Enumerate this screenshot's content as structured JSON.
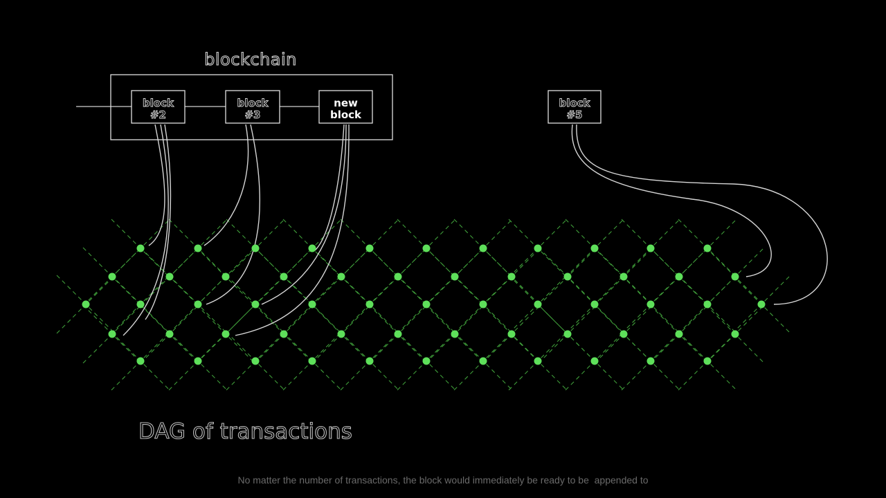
{
  "colors": {
    "background": "#000000",
    "node": "#5ee05a",
    "edge": "#3f9e3a",
    "link": "#d6d6d6",
    "frame": "#e0e0e0"
  },
  "blockchain": {
    "title": "blockchain",
    "blocks": [
      {
        "line1": "block",
        "line2": "#2",
        "style": "outline"
      },
      {
        "line1": "block",
        "line2": "#3",
        "style": "outline"
      },
      {
        "line1": "new",
        "line2": "block",
        "style": "solid"
      }
    ]
  },
  "detached_block": {
    "line1": "block",
    "line2": "#5",
    "style": "outline"
  },
  "dag": {
    "title": "DAG of transactions"
  },
  "caption": "No matter the number of transactions, the block would immediately be ready to be  appended to"
}
